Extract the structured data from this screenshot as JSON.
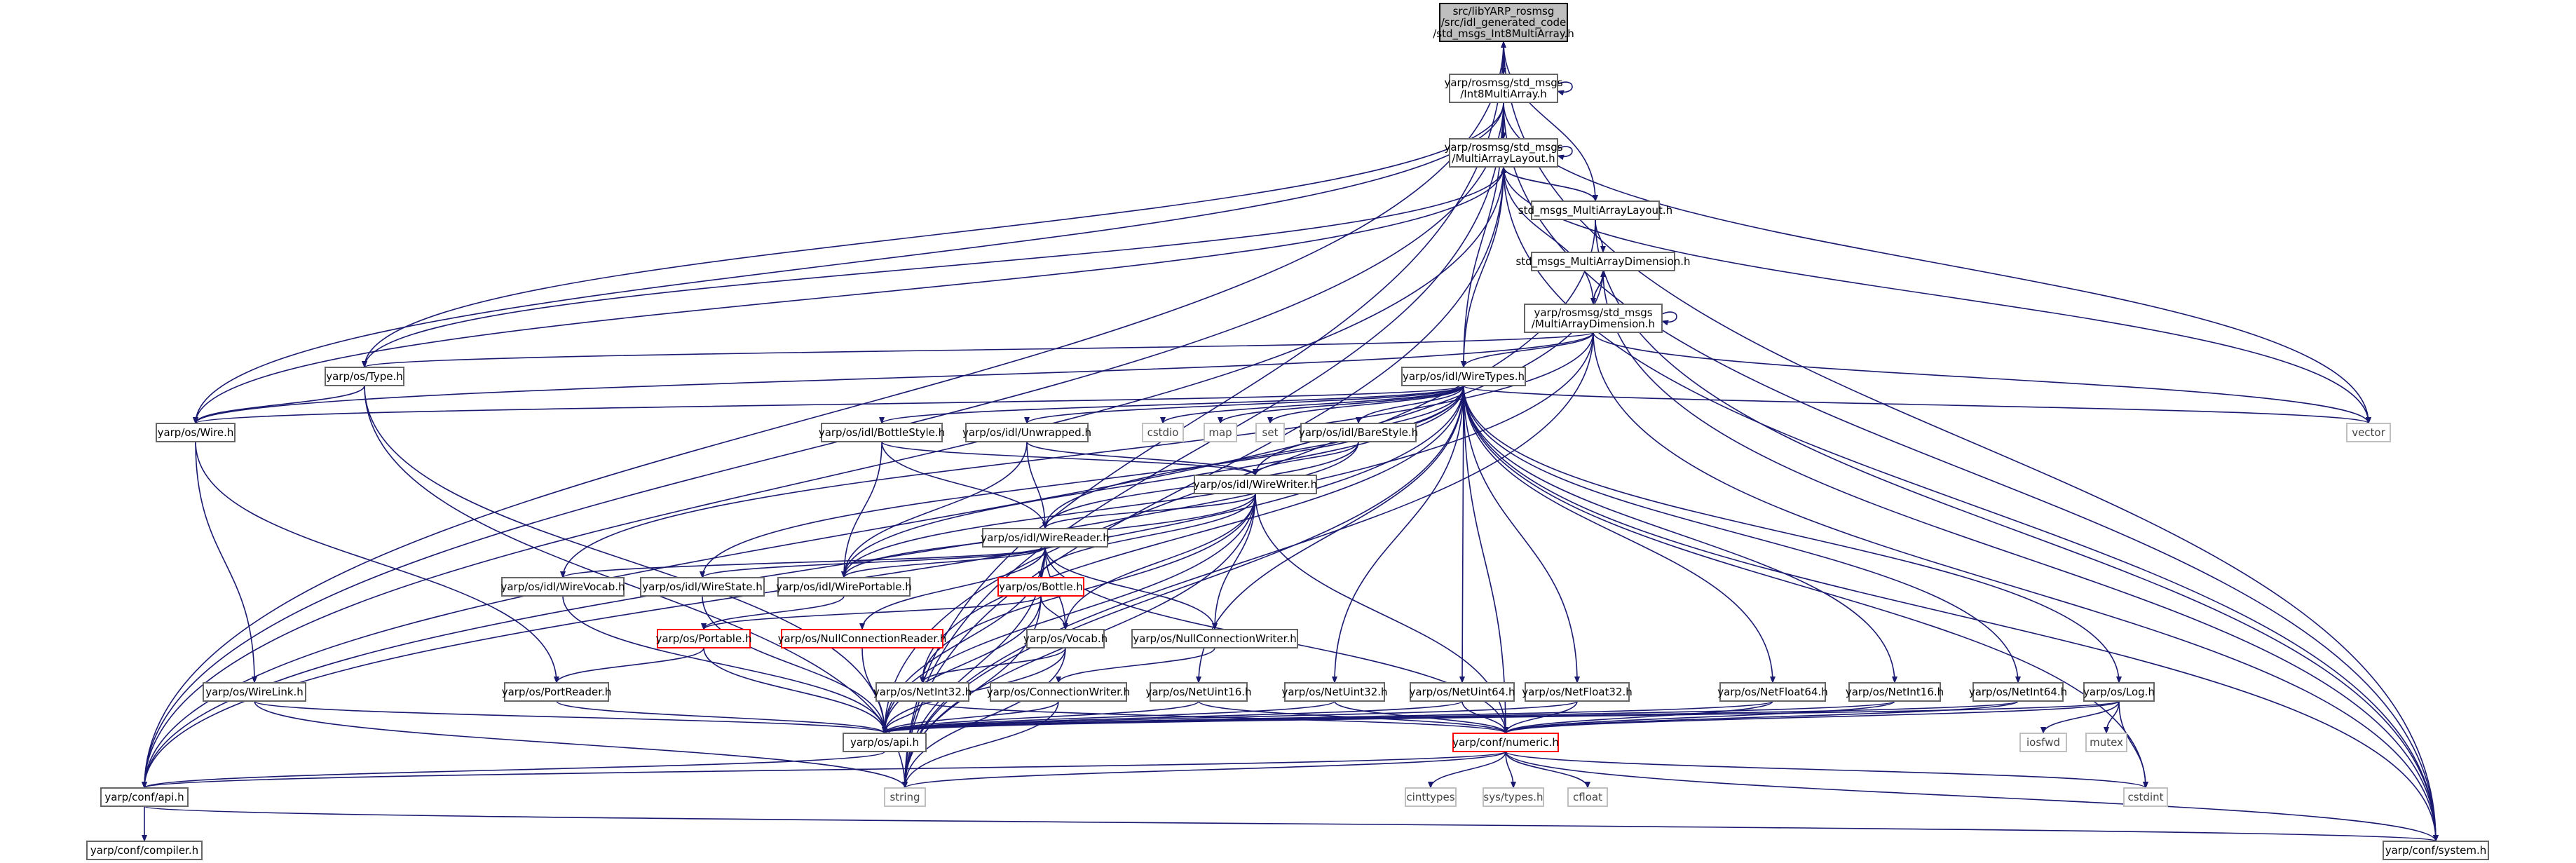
{
  "graph": {
    "nodes": [
      {
        "id": "root",
        "label": [
          "src/libYARP_rosmsg",
          "/src/idl_generated_code",
          "/std_msgs_Int8MultiArray.h"
        ],
        "kind": "root"
      },
      {
        "id": "int8ma",
        "label": [
          "yarp/rosmsg/std_msgs",
          "/Int8MultiArray.h"
        ],
        "kind": "normal"
      },
      {
        "id": "mal",
        "label": [
          "yarp/rosmsg/std_msgs",
          "/MultiArrayLayout.h"
        ],
        "kind": "normal"
      },
      {
        "id": "smal",
        "label": [
          "std_msgs_MultiArrayLayout.h"
        ],
        "kind": "normal"
      },
      {
        "id": "smad",
        "label": [
          "std_msgs_MultiArrayDimension.h"
        ],
        "kind": "normal"
      },
      {
        "id": "mad",
        "label": [
          "yarp/rosmsg/std_msgs",
          "/MultiArrayDimension.h"
        ],
        "kind": "normal"
      },
      {
        "id": "type",
        "label": [
          "yarp/os/Type.h"
        ],
        "kind": "normal"
      },
      {
        "id": "wiretypes",
        "label": [
          "yarp/os/idl/WireTypes.h"
        ],
        "kind": "normal"
      },
      {
        "id": "wire",
        "label": [
          "yarp/os/Wire.h"
        ],
        "kind": "normal"
      },
      {
        "id": "bottlestyle",
        "label": [
          "yarp/os/idl/BottleStyle.h"
        ],
        "kind": "normal"
      },
      {
        "id": "unwrapped",
        "label": [
          "yarp/os/idl/Unwrapped.h"
        ],
        "kind": "normal"
      },
      {
        "id": "cstdio",
        "label": [
          "cstdio"
        ],
        "kind": "sys"
      },
      {
        "id": "map",
        "label": [
          "map"
        ],
        "kind": "sys"
      },
      {
        "id": "set",
        "label": [
          "set"
        ],
        "kind": "sys"
      },
      {
        "id": "barestyle",
        "label": [
          "yarp/os/idl/BareStyle.h"
        ],
        "kind": "normal"
      },
      {
        "id": "vector",
        "label": [
          "vector"
        ],
        "kind": "sys"
      },
      {
        "id": "wirewriter",
        "label": [
          "yarp/os/idl/WireWriter.h"
        ],
        "kind": "normal"
      },
      {
        "id": "wirereader",
        "label": [
          "yarp/os/idl/WireReader.h"
        ],
        "kind": "normal"
      },
      {
        "id": "wirevocab",
        "label": [
          "yarp/os/idl/WireVocab.h"
        ],
        "kind": "normal"
      },
      {
        "id": "wirestate",
        "label": [
          "yarp/os/idl/WireState.h"
        ],
        "kind": "normal"
      },
      {
        "id": "wireportable",
        "label": [
          "yarp/os/idl/WirePortable.h"
        ],
        "kind": "normal"
      },
      {
        "id": "bottle",
        "label": [
          "yarp/os/Bottle.h"
        ],
        "kind": "red"
      },
      {
        "id": "portable",
        "label": [
          "yarp/os/Portable.h"
        ],
        "kind": "red"
      },
      {
        "id": "nullcr",
        "label": [
          "yarp/os/NullConnectionReader.h"
        ],
        "kind": "red"
      },
      {
        "id": "vocab",
        "label": [
          "yarp/os/Vocab.h"
        ],
        "kind": "normal"
      },
      {
        "id": "nullcw",
        "label": [
          "yarp/os/NullConnectionWriter.h"
        ],
        "kind": "normal"
      },
      {
        "id": "wirelink",
        "label": [
          "yarp/os/WireLink.h"
        ],
        "kind": "normal"
      },
      {
        "id": "portreader",
        "label": [
          "yarp/os/PortReader.h"
        ],
        "kind": "normal"
      },
      {
        "id": "netint32",
        "label": [
          "yarp/os/NetInt32.h"
        ],
        "kind": "normal"
      },
      {
        "id": "connwriter",
        "label": [
          "yarp/os/ConnectionWriter.h"
        ],
        "kind": "normal"
      },
      {
        "id": "netuint16",
        "label": [
          "yarp/os/NetUint16.h"
        ],
        "kind": "normal"
      },
      {
        "id": "netuint32",
        "label": [
          "yarp/os/NetUint32.h"
        ],
        "kind": "normal"
      },
      {
        "id": "netuint64",
        "label": [
          "yarp/os/NetUint64.h"
        ],
        "kind": "normal"
      },
      {
        "id": "netfloat32",
        "label": [
          "yarp/os/NetFloat32.h"
        ],
        "kind": "normal"
      },
      {
        "id": "netfloat64",
        "label": [
          "yarp/os/NetFloat64.h"
        ],
        "kind": "normal"
      },
      {
        "id": "netint16",
        "label": [
          "yarp/os/NetInt16.h"
        ],
        "kind": "normal"
      },
      {
        "id": "netint64",
        "label": [
          "yarp/os/NetInt64.h"
        ],
        "kind": "normal"
      },
      {
        "id": "log",
        "label": [
          "yarp/os/Log.h"
        ],
        "kind": "normal"
      },
      {
        "id": "api",
        "label": [
          "yarp/os/api.h"
        ],
        "kind": "normal"
      },
      {
        "id": "numeric",
        "label": [
          "yarp/conf/numeric.h"
        ],
        "kind": "red"
      },
      {
        "id": "iosfwd",
        "label": [
          "iosfwd"
        ],
        "kind": "sys"
      },
      {
        "id": "mutex",
        "label": [
          "mutex"
        ],
        "kind": "sys"
      },
      {
        "id": "confapi",
        "label": [
          "yarp/conf/api.h"
        ],
        "kind": "normal"
      },
      {
        "id": "string",
        "label": [
          "string"
        ],
        "kind": "sys"
      },
      {
        "id": "cinttypes",
        "label": [
          "cinttypes"
        ],
        "kind": "sys"
      },
      {
        "id": "systypes",
        "label": [
          "sys/types.h"
        ],
        "kind": "sys"
      },
      {
        "id": "cfloat",
        "label": [
          "cfloat"
        ],
        "kind": "sys"
      },
      {
        "id": "cstdint",
        "label": [
          "cstdint"
        ],
        "kind": "sys"
      },
      {
        "id": "compiler",
        "label": [
          "yarp/conf/compiler.h"
        ],
        "kind": "normal"
      },
      {
        "id": "system",
        "label": [
          "yarp/conf/system.h"
        ],
        "kind": "normal"
      }
    ],
    "edges": [
      [
        "root",
        "int8ma"
      ],
      [
        "root",
        "smal"
      ],
      [
        "root",
        "confapi"
      ],
      [
        "root",
        "system"
      ],
      [
        "root",
        "string"
      ],
      [
        "int8ma",
        "root"
      ],
      [
        "int8ma",
        "int8ma"
      ],
      [
        "int8ma",
        "mal"
      ],
      [
        "int8ma",
        "wiretypes"
      ],
      [
        "int8ma",
        "type"
      ],
      [
        "int8ma",
        "wire"
      ],
      [
        "int8ma",
        "vector"
      ],
      [
        "int8ma",
        "confapi"
      ],
      [
        "int8ma",
        "system"
      ],
      [
        "int8ma",
        "string"
      ],
      [
        "mal",
        "mal"
      ],
      [
        "mal",
        "smal"
      ],
      [
        "mal",
        "mad"
      ],
      [
        "mal",
        "wiretypes"
      ],
      [
        "mal",
        "type"
      ],
      [
        "mal",
        "wire"
      ],
      [
        "mal",
        "vector"
      ],
      [
        "mal",
        "confapi"
      ],
      [
        "mal",
        "system"
      ],
      [
        "mal",
        "string"
      ],
      [
        "smal",
        "mal"
      ],
      [
        "smal",
        "smad"
      ],
      [
        "smal",
        "api"
      ],
      [
        "smal",
        "system"
      ],
      [
        "smad",
        "mad"
      ],
      [
        "smad",
        "confapi"
      ],
      [
        "smad",
        "system"
      ],
      [
        "mad",
        "mad"
      ],
      [
        "mad",
        "smad"
      ],
      [
        "mad",
        "wiretypes"
      ],
      [
        "mad",
        "type"
      ],
      [
        "mad",
        "wire"
      ],
      [
        "mad",
        "vector"
      ],
      [
        "mad",
        "confapi"
      ],
      [
        "mad",
        "system"
      ],
      [
        "mad",
        "string"
      ],
      [
        "mad",
        "wirevocab"
      ],
      [
        "type",
        "wire"
      ],
      [
        "type",
        "api"
      ],
      [
        "type",
        "string"
      ],
      [
        "wiretypes",
        "wire"
      ],
      [
        "wiretypes",
        "bottlestyle"
      ],
      [
        "wiretypes",
        "unwrapped"
      ],
      [
        "wiretypes",
        "cstdio"
      ],
      [
        "wiretypes",
        "map"
      ],
      [
        "wiretypes",
        "set"
      ],
      [
        "wiretypes",
        "barestyle"
      ],
      [
        "wiretypes",
        "vector"
      ],
      [
        "wiretypes",
        "wirewriter"
      ],
      [
        "wiretypes",
        "wirereader"
      ],
      [
        "wiretypes",
        "wirestate"
      ],
      [
        "wiretypes",
        "wireportable"
      ],
      [
        "wiretypes",
        "netint32"
      ],
      [
        "wiretypes",
        "netuint16"
      ],
      [
        "wiretypes",
        "netuint32"
      ],
      [
        "wiretypes",
        "netuint64"
      ],
      [
        "wiretypes",
        "netfloat32"
      ],
      [
        "wiretypes",
        "netfloat64"
      ],
      [
        "wiretypes",
        "netint16"
      ],
      [
        "wiretypes",
        "netint64"
      ],
      [
        "wiretypes",
        "log"
      ],
      [
        "wiretypes",
        "string"
      ],
      [
        "wiretypes",
        "cstdint"
      ],
      [
        "wiretypes",
        "confapi"
      ],
      [
        "wiretypes",
        "numeric"
      ],
      [
        "wiretypes",
        "system"
      ],
      [
        "wire",
        "wirelink"
      ],
      [
        "wire",
        "portreader"
      ],
      [
        "bottlestyle",
        "wirereader"
      ],
      [
        "bottlestyle",
        "wirewriter"
      ],
      [
        "bottlestyle",
        "wireportable"
      ],
      [
        "unwrapped",
        "wirereader"
      ],
      [
        "unwrapped",
        "wirewriter"
      ],
      [
        "unwrapped",
        "wireportable"
      ],
      [
        "barestyle",
        "wirereader"
      ],
      [
        "barestyle",
        "wirewriter"
      ],
      [
        "barestyle",
        "wireportable"
      ],
      [
        "wirewriter",
        "wirereader"
      ],
      [
        "wirewriter",
        "wireportable"
      ],
      [
        "wirewriter",
        "bottle"
      ],
      [
        "wirewriter",
        "vocab"
      ],
      [
        "wirewriter",
        "nullcw"
      ],
      [
        "wirewriter",
        "numeric"
      ],
      [
        "wirewriter",
        "api"
      ],
      [
        "wirewriter",
        "string"
      ],
      [
        "wirewriter",
        "netint32"
      ],
      [
        "wirereader",
        "wirevocab"
      ],
      [
        "wirereader",
        "wirestate"
      ],
      [
        "wirereader",
        "wireportable"
      ],
      [
        "wirereader",
        "bottle"
      ],
      [
        "wirereader",
        "nullcr"
      ],
      [
        "wirereader",
        "vocab"
      ],
      [
        "wirereader",
        "nullcw"
      ],
      [
        "wirereader",
        "numeric"
      ],
      [
        "wirereader",
        "api"
      ],
      [
        "wirereader",
        "string"
      ],
      [
        "wirevocab",
        "api"
      ],
      [
        "wirestate",
        "api"
      ],
      [
        "wireportable",
        "portable"
      ],
      [
        "bottle",
        "portable"
      ],
      [
        "bottle",
        "vocab"
      ],
      [
        "bottle",
        "api"
      ],
      [
        "bottle",
        "string"
      ],
      [
        "portable",
        "portreader"
      ],
      [
        "portable",
        "api"
      ],
      [
        "nullcr",
        "api"
      ],
      [
        "nullcw",
        "connwriter"
      ],
      [
        "vocab",
        "api"
      ],
      [
        "vocab",
        "string"
      ],
      [
        "vocab",
        "netint32"
      ],
      [
        "wirelink",
        "api"
      ],
      [
        "wirelink",
        "string"
      ],
      [
        "portreader",
        "api"
      ],
      [
        "netint32",
        "api"
      ],
      [
        "netint32",
        "numeric"
      ],
      [
        "connwriter",
        "api"
      ],
      [
        "connwriter",
        "string"
      ],
      [
        "netuint16",
        "api"
      ],
      [
        "netuint16",
        "numeric"
      ],
      [
        "netuint32",
        "api"
      ],
      [
        "netuint32",
        "numeric"
      ],
      [
        "netuint64",
        "api"
      ],
      [
        "netuint64",
        "numeric"
      ],
      [
        "netfloat32",
        "api"
      ],
      [
        "netfloat32",
        "numeric"
      ],
      [
        "netfloat64",
        "api"
      ],
      [
        "netfloat64",
        "numeric"
      ],
      [
        "netint16",
        "api"
      ],
      [
        "netint16",
        "numeric"
      ],
      [
        "netint64",
        "api"
      ],
      [
        "netint64",
        "numeric"
      ],
      [
        "log",
        "api"
      ],
      [
        "log",
        "iosfwd"
      ],
      [
        "log",
        "mutex"
      ],
      [
        "log",
        "cstdint"
      ],
      [
        "log",
        "numeric"
      ],
      [
        "api",
        "confapi"
      ],
      [
        "numeric",
        "confapi"
      ],
      [
        "numeric",
        "string"
      ],
      [
        "numeric",
        "cinttypes"
      ],
      [
        "numeric",
        "systypes"
      ],
      [
        "numeric",
        "cfloat"
      ],
      [
        "numeric",
        "cstdint"
      ],
      [
        "numeric",
        "system"
      ],
      [
        "confapi",
        "compiler"
      ],
      [
        "confapi",
        "system"
      ]
    ]
  }
}
